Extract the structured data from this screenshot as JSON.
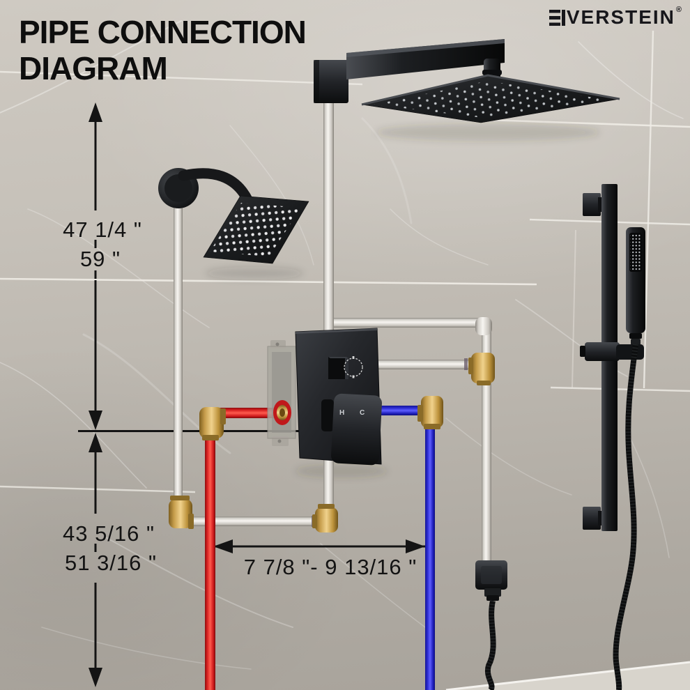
{
  "page": {
    "kind": "shower-system-pipe-connection-diagram"
  },
  "header": {
    "title_line1": "PIPE CONNECTION",
    "title_line2": "DIAGRAM"
  },
  "brand": {
    "full_name": "EVERSTEIN",
    "display_text": "VERSTEIN",
    "registered": "®"
  },
  "dimension_labels": {
    "upper_min": "47 1/4 \"",
    "upper_max": "59 \"",
    "lower_min": "43 5/16 \"",
    "lower_max": "51 3/16 \"",
    "horizontal_range": "7 7/8 \"- 9 13/16 \""
  },
  "valve": {
    "hot": "H",
    "cold": "C"
  },
  "colors": {
    "hot_pipe": "#d92120",
    "cold_pipe": "#2b2bd0",
    "brass_fitting": "#c99d4e",
    "fixture_black": "#17181a",
    "supply_pipe": "#f0ede8",
    "wall": "#c0bbb3",
    "dimension_line": "#141414"
  }
}
